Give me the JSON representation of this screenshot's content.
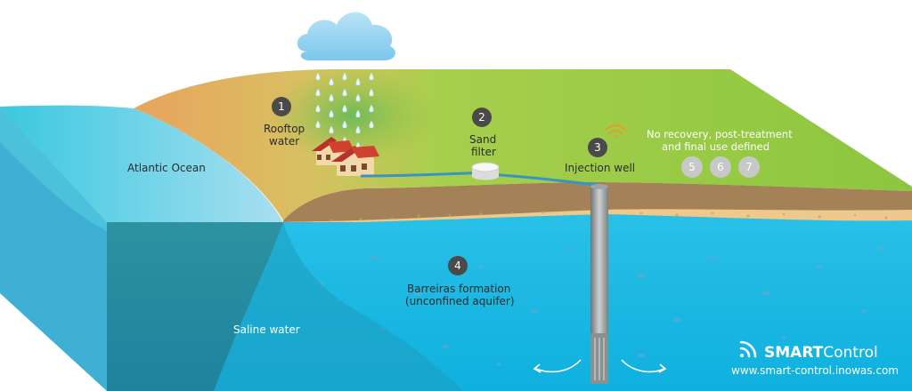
{
  "labels": {
    "ocean": "Atlantic Ocean",
    "saline": "Saline water",
    "rooftop_line1": "Rooftop",
    "rooftop_line2": "water",
    "sand_line1": "Sand",
    "sand_line2": "filter",
    "injection": "Injection well",
    "note_line1": "No recovery, post-treatment",
    "note_line2": "and final use defined",
    "formation_line1": "Barreiras formation",
    "formation_line2": "(unconfined aquifer)"
  },
  "badges": {
    "b1": "1",
    "b2": "2",
    "b3": "3",
    "b4": "4",
    "b5": "5",
    "b6": "6",
    "b7": "7"
  },
  "brand": {
    "bold": "SMART",
    "rest": "Control",
    "url": "www.smart-control.inowas.com"
  },
  "colors": {
    "aquifer": "#22b9e2",
    "ocean": "#5dcbe4",
    "grass": "#8dc63f",
    "sand": "#ecc78d",
    "badge": "#4a4a4a"
  }
}
